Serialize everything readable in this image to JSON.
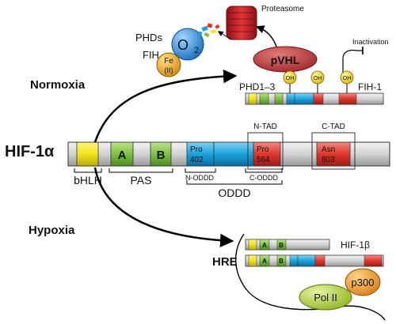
{
  "protein": {
    "name": "HIF-1α"
  },
  "conditions": {
    "normoxia": "Normoxia",
    "hypoxia": "Hypoxia"
  },
  "domains": {
    "bhlh": "bHLH",
    "pas": "PAS",
    "pas_a": "A",
    "pas_b": "B",
    "oddd": "ODDD",
    "n_oddd": "N-ODDD",
    "c_oddd": "C-ODDD",
    "n_tad": "N-TAD",
    "c_tad": "C-TAD"
  },
  "residues": {
    "pro402_a": "Pro",
    "pro402_b": "402",
    "pro564_a": "Pro",
    "pro564_b": "564",
    "asn803_a": "Asn",
    "asn803_b": "803"
  },
  "normoxia_panel": {
    "phds": "PHDs",
    "fih": "FIH",
    "o2": "O",
    "o2_sub": "2",
    "fe": "Fe",
    "fe_ox": "(II)",
    "proteasome": "Proteasome",
    "pvhl": "pVHL",
    "inactivation": "Inactivation",
    "phd13": "PHD1–3",
    "fih1": "FIH-1",
    "oh": "OH"
  },
  "hypoxia_panel": {
    "hif1b": "HIF-1β",
    "hre": "HRE",
    "pol2": "Pol II",
    "p300": "p300"
  },
  "colors": {
    "yellow": "#f2e51a",
    "green": "#7fc241",
    "blue": "#1aa3dc",
    "red": "#e0362b",
    "grey": "#c8c8c8",
    "o2_blue": "#2a8fd8",
    "fe_gold": "#f0b020",
    "pvhl_red": "#c8393a",
    "pol2_green": "#b9d63a",
    "p300_orange": "#f2a124"
  }
}
